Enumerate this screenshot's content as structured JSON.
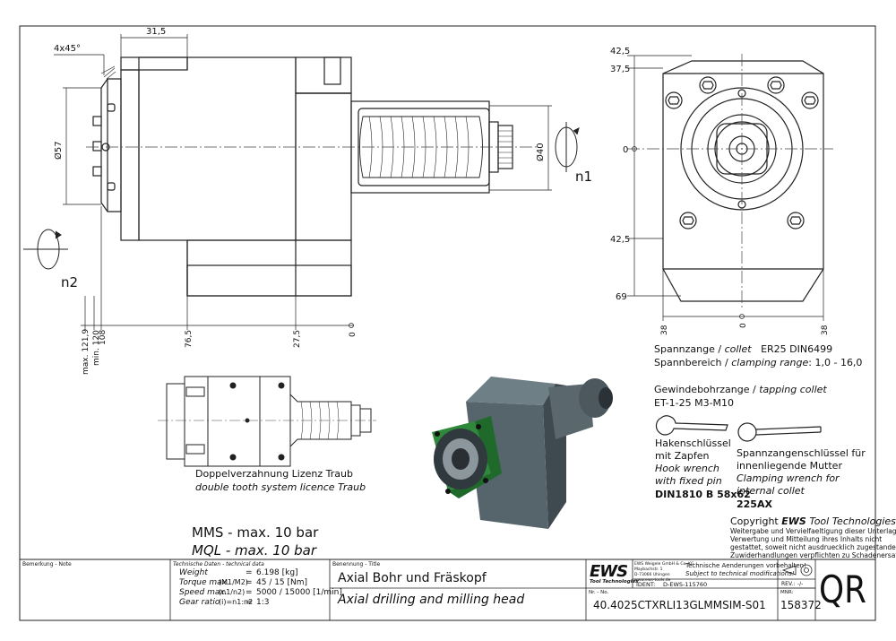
{
  "dimensions": {
    "top_width": "31,5",
    "chamfer": "4x45°",
    "diameter_flange": "Ø57",
    "diameter_shank": "Ø40",
    "speed_n1": "n1",
    "speed_n2": "n2",
    "bottom": [
      "max. 121,9",
      "min. 120",
      "108",
      "76,5",
      "27,5",
      "0"
    ],
    "right_vertical": [
      "42,5",
      "37,5",
      "0",
      "42,5",
      "69"
    ],
    "right_horizontal": [
      "38",
      "0",
      "38"
    ]
  },
  "collet": {
    "line1_de": "Spannzange /",
    "line1_en": "collet",
    "line1_spec": "ER25    DIN6499",
    "line2_de": "Spannbereich /",
    "line2_en": "clamping range",
    "line2_spec": ": 1,0 - 16,0"
  },
  "tapping": {
    "title_de": "Gewindebohrzange /",
    "title_en": "tapping collet",
    "spec": "ET-1-25    M3-M10"
  },
  "hook_wrench": {
    "l1": "Hakenschlüssel",
    "l2": "mit Zapfen",
    "l3": "Hook wrench",
    "l4": "with fixed pin",
    "l5": "DIN1810 B 58x62"
  },
  "clamp_wrench": {
    "l1": "Spannzangenschlüssel für",
    "l2": "innenliegende Mutter",
    "l3": "Clamping wrench for",
    "l4": "internal collet",
    "l5": "225AX"
  },
  "copyright": {
    "head": "Copyright",
    "brand": "EWS",
    "tail": "Tool Technologies",
    "lines": [
      "Weitergabe und Vervielfaeltigung dieser Unterlage,",
      "Verwertung und Mitteilung ihres Inhalts nicht",
      "gestattet, soweit nicht ausdruecklich zugestanden.",
      "Zuwiderhandlungen verpflichten zu Schadenersatz."
    ]
  },
  "licence": {
    "de": "Doppelverzahnung Lizenz Traub",
    "en": "double tooth system licence Traub"
  },
  "mms": {
    "de": "MMS - max. 10 bar",
    "en": "MQL - max. 10 bar"
  },
  "title_block": {
    "remark_label": "Bemerkung - Note",
    "tech_label": "Technische Daten - technical data",
    "rows": [
      {
        "label": "Weight",
        "extra": "",
        "eq": "=",
        "value": "6.198 [kg]"
      },
      {
        "label": "Torque max.",
        "extra": "(M1/M2)",
        "eq": "=",
        "value": "45 / 15 [Nm]"
      },
      {
        "label": "Speed max.",
        "extra": "(n1/n2)",
        "eq": "=",
        "value": "5000 / 15000 [1/min]"
      },
      {
        "label": "Gear ratio",
        "extra": "(i)=n1:n2",
        "eq": "=",
        "value": "1:3"
      }
    ],
    "name_label": "Benennung - Title",
    "name_de": "Axial Bohr und Fräskopf",
    "name_en": "Axial drilling and milling head",
    "nr_label": "Nr. - No.",
    "part_no": "40.4025CTXRLI13GLMMSIM-S01",
    "logo": "EWS",
    "logo_sub": "Tool Technologies",
    "company": [
      "EWS Weigele GmbH & Co. KG",
      "Maybachstr. 1",
      "D-73066 Uhingen",
      "www.ews-tools.de"
    ],
    "change_de": "Technische Aenderungen vorbehalten!",
    "change_en": "Subject to technical modifications!",
    "ident_label": "IDENT:",
    "ident_value": "D-EWS-115760",
    "rev_label": "REV.:",
    "rev_value": "-/-",
    "mnr_label": "MNR:",
    "mnr_value": "158372",
    "qr": "QR"
  }
}
